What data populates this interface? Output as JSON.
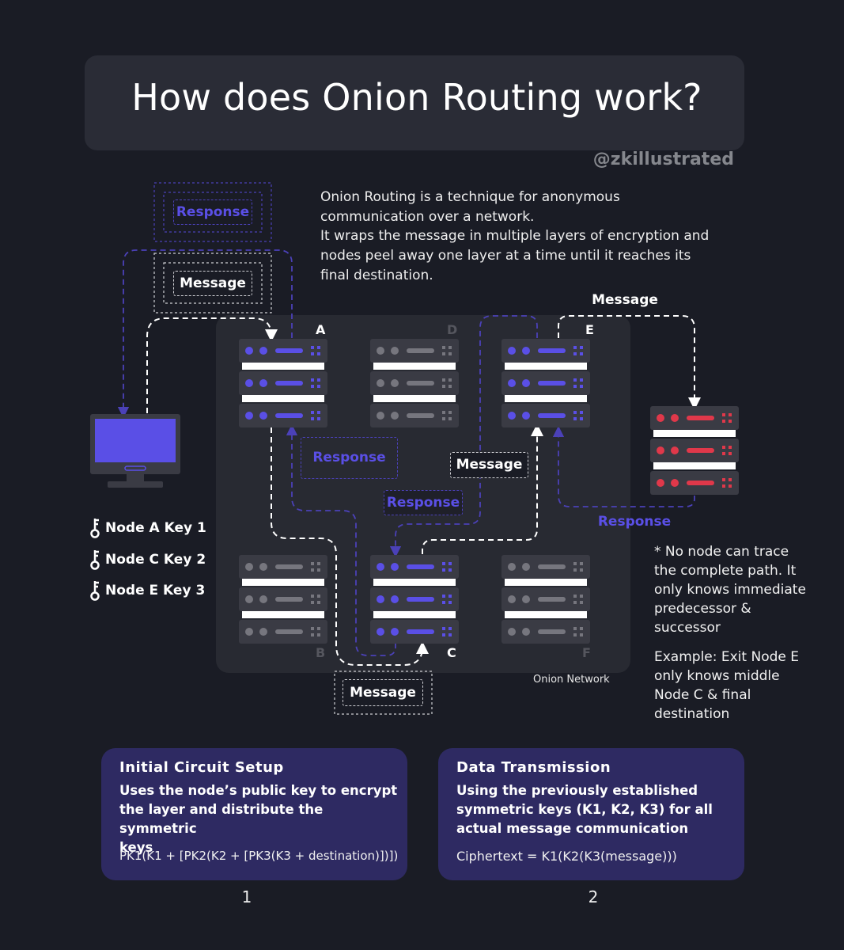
{
  "header": {
    "title": "How does Onion Routing work?",
    "handle": "@zkillustrated"
  },
  "intro": {
    "lines": [
      "Onion Routing is a technique for anonymous",
      "communication over a network.",
      "It wraps the message in multiple layers of encryption and",
      "nodes peel away one layer at a time until it reaches its",
      "final destination."
    ]
  },
  "network": {
    "label": "Onion Network",
    "nodes": {
      "a": "A",
      "b": "B",
      "c": "C",
      "d": "D",
      "e": "E",
      "f": "F"
    }
  },
  "tags": {
    "response_top": "Response",
    "message_top": "Message",
    "response_mid_left": "Response",
    "message_mid": "Message",
    "response_mid": "Response",
    "message_bottom": "Message",
    "message_dest": "Message",
    "response_dest": "Response"
  },
  "keys": [
    "Node A Key 1",
    "Node C Key 2",
    "Node E Key 3"
  ],
  "notes": {
    "note1": [
      "* No node can trace",
      "the complete path. It",
      "only knows immediate",
      "predecessor &",
      "successor"
    ],
    "note2": [
      "Example: Exit Node E",
      "only knows middle",
      "Node C & final",
      "destination"
    ]
  },
  "cards": [
    {
      "title": "Initial Circuit Setup",
      "desc": [
        "Uses the node’s public key to encrypt",
        "the layer and distribute the symmetric",
        "keys"
      ],
      "formula": "PK1(K1 + [PK2(K2 + [PK3(K3 + destination)])])",
      "number": "1"
    },
    {
      "title": "Data Transmission",
      "desc": [
        "Using the previously established",
        "symmetric keys (K1, K2, K3) for all",
        "actual message communication"
      ],
      "formula": "Ciphertext = K1(K2(K3(message)))",
      "number": "2"
    }
  ],
  "colors": {
    "background": "#1a1c25",
    "active_node": "#5a4fe6",
    "inactive_node": "#76767e",
    "destination": "#e0384a",
    "card": "#2e2a62"
  },
  "icons": {
    "computer": "computer-icon",
    "key": "key-icon",
    "server": "server-icon"
  }
}
